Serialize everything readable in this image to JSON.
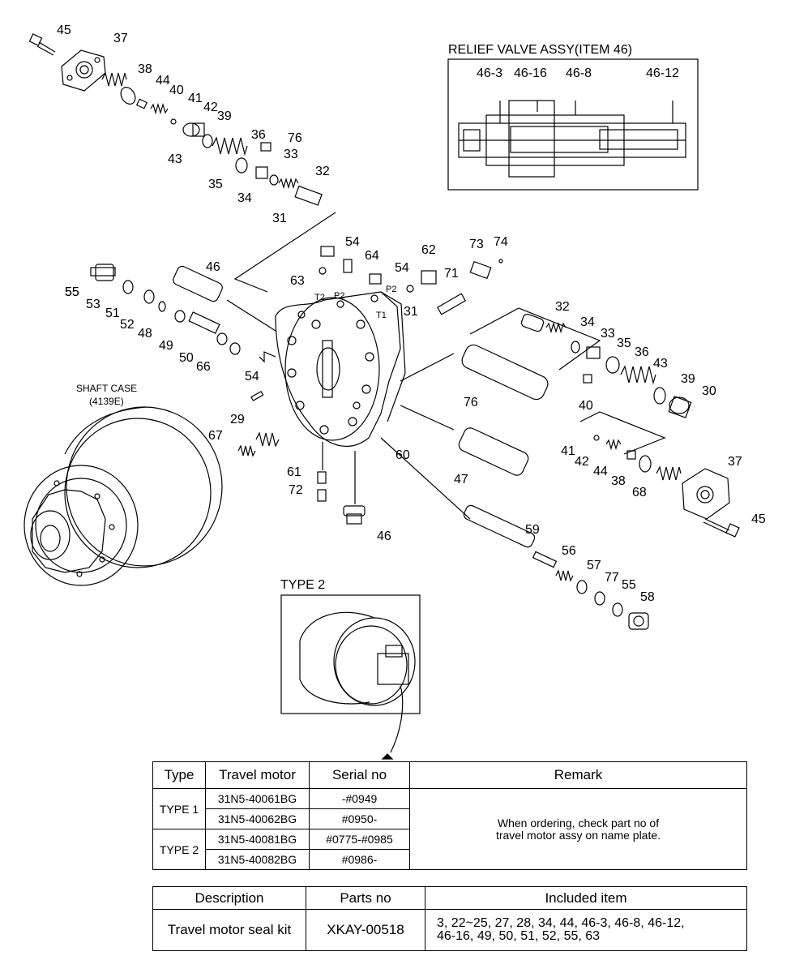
{
  "callouts": [
    "45",
    "37",
    "38",
    "44",
    "40",
    "41",
    "42",
    "39",
    "43",
    "36",
    "76",
    "33",
    "35",
    "32",
    "34",
    "31",
    "54",
    "64",
    "54",
    "62",
    "73",
    "74",
    "71",
    "46",
    "55",
    "53",
    "51",
    "52",
    "48",
    "49",
    "50",
    "66",
    "54",
    "55",
    "63",
    "31",
    "32",
    "34",
    "33",
    "35",
    "36",
    "43",
    "39",
    "30",
    "76",
    "40",
    "41",
    "42",
    "44",
    "38",
    "37",
    "45",
    "68",
    "67",
    "29",
    "60",
    "61",
    "72",
    "46",
    "47",
    "59",
    "56",
    "57",
    "77",
    "55",
    "58"
  ],
  "port_labels": [
    "T2",
    "P2",
    "P2",
    "T1"
  ],
  "relief_box": {
    "title": "RELIEF VALVE ASSY(ITEM 46)",
    "labels": [
      "46-3",
      "46-16",
      "46-8",
      "46-12"
    ]
  },
  "shaft_case": {
    "line1": "SHAFT CASE",
    "line2": "(4139E)"
  },
  "type2_title": "TYPE 2",
  "type_table": {
    "headers": [
      "Type",
      "Travel motor",
      "Serial no",
      "Remark"
    ],
    "type1": "TYPE 1",
    "type2": "TYPE 2",
    "rows": [
      {
        "motor": "31N5-40061BG",
        "serial": "-#0949"
      },
      {
        "motor": "31N5-40062BG",
        "serial": "#0950-"
      },
      {
        "motor": "31N5-40081BG",
        "serial": "#0775-#0985"
      },
      {
        "motor": "31N5-40082BG",
        "serial": "#0986-"
      }
    ],
    "remark_line1": "When ordering, check part no of",
    "remark_line2": "travel motor assy on name plate."
  },
  "kit_table": {
    "headers": [
      "Description",
      "Parts no",
      "Included item"
    ],
    "description": "Travel motor seal kit",
    "parts_no": "XKAY-00518",
    "included_line1": "3, 22~25, 27, 28, 34, 44, 46-3, 46-8, 46-12,",
    "included_line2": "46-16, 49, 50, 51, 52, 55, 63"
  }
}
